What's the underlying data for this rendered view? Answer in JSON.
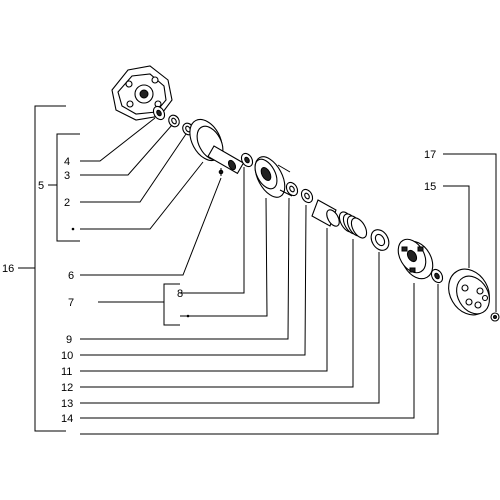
{
  "diagram": {
    "labels": {
      "l16": "16",
      "l5": "5",
      "l4": "4",
      "l3": "3",
      "l2": "2",
      "l6": "6",
      "l7": "7",
      "l8": "8",
      "l9": "9",
      "l10": "10",
      "l11": "11",
      "l12": "12",
      "l13": "13",
      "l14": "14",
      "l15": "15",
      "l17": "17"
    }
  }
}
